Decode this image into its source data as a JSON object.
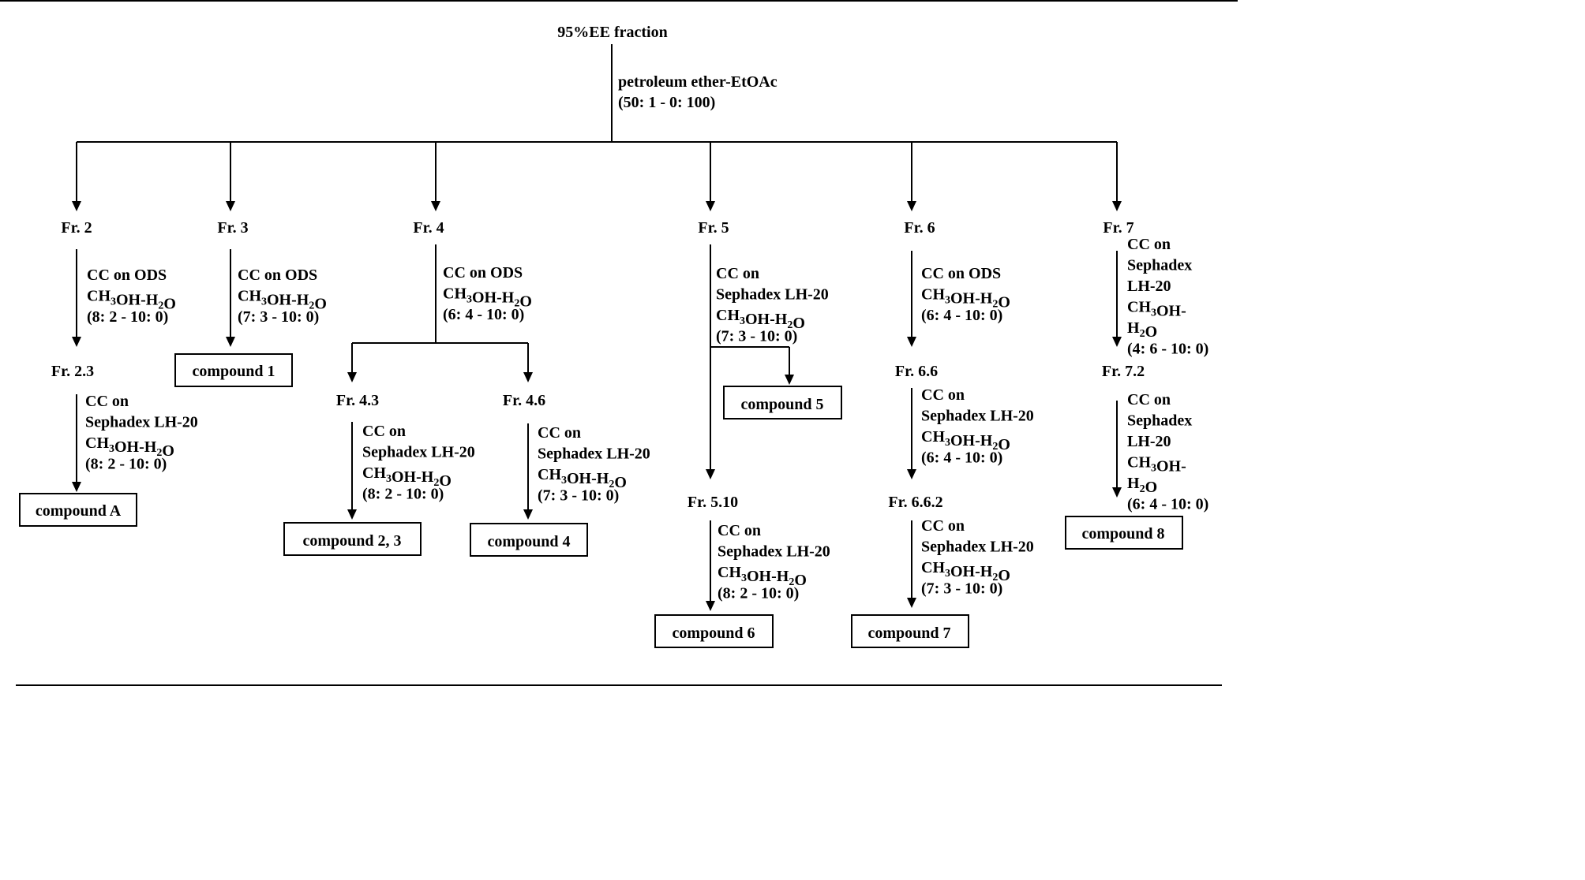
{
  "root": "95%EE fraction",
  "root_step": {
    "line1": "petroleum ether-EtOAc",
    "line2": "(50: 1 - 0: 100)"
  },
  "fractions": {
    "fr2": "Fr. 2",
    "fr3": "Fr. 3",
    "fr4": "Fr. 4",
    "fr5": "Fr. 5",
    "fr6": "Fr. 6",
    "fr7": "Fr. 7",
    "fr23": "Fr. 2.3",
    "fr43": "Fr. 4.3",
    "fr46": "Fr. 4.6",
    "fr510": "Fr. 5.10",
    "fr66": "Fr. 6.6",
    "fr662": "Fr. 6.6.2",
    "fr72": "Fr. 7.2"
  },
  "steps": {
    "fr2": [
      "CC on ODS",
      "CH3OH-H2O",
      "(8: 2 - 10: 0)"
    ],
    "fr3": [
      "CC on ODS",
      "CH3OH-H2O",
      "(7: 3 - 10: 0)"
    ],
    "fr4": [
      "CC on ODS",
      "CH3OH-H2O",
      "(6: 4 - 10: 0)"
    ],
    "fr5": [
      "CC on",
      "Sephadex LH-20",
      "CH3OH-H2O",
      "(7: 3 - 10: 0)"
    ],
    "fr6": [
      "CC on ODS",
      "CH3OH-H2O",
      "(6: 4 - 10: 0)"
    ],
    "fr7": [
      "CC on",
      "Sephadex",
      "LH-20",
      "CH3OH-",
      "H2O",
      "(4: 6 - 10: 0)"
    ],
    "fr23": [
      "CC on",
      "Sephadex LH-20",
      "CH3OH-H2O",
      "(8: 2 - 10: 0)"
    ],
    "fr43": [
      "CC on",
      "Sephadex LH-20",
      "CH3OH-H2O",
      "(8: 2 - 10: 0)"
    ],
    "fr46": [
      "CC on",
      "Sephadex LH-20",
      "CH3OH-H2O",
      "(7: 3 - 10: 0)"
    ],
    "fr510": [
      "CC on",
      "Sephadex LH-20",
      "CH3OH-H2O",
      "(8: 2 - 10: 0)"
    ],
    "fr66": [
      "CC on",
      "Sephadex LH-20",
      "CH3OH-H2O",
      "(6: 4 - 10: 0)"
    ],
    "fr662": [
      "CC on",
      "Sephadex LH-20",
      "CH3OH-H2O",
      "(7: 3 - 10: 0)"
    ],
    "fr72": [
      "CC on",
      "Sephadex",
      "LH-20",
      "CH3OH-",
      "H2O",
      "(6: 4 - 10: 0)"
    ]
  },
  "compounds": {
    "c1": "compound 1",
    "cA": "compound A",
    "c23": "compound 2, 3",
    "c4": "compound 4",
    "c5": "compound 5",
    "c6": "compound 6",
    "c7": "compound 7",
    "c8": "compound 8"
  }
}
